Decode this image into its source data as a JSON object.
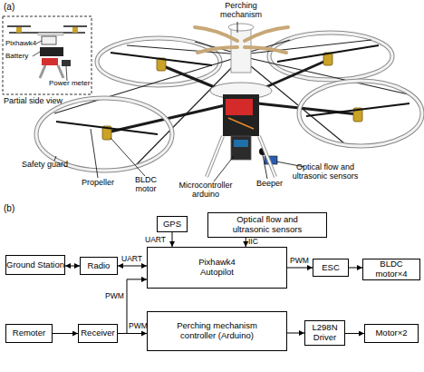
{
  "diagram": {
    "nodes": [
      {
        "text": [
          "GPS"
        ]
      },
      {
        "text": [
          "Optical flow and ultrasonic sensors"
        ]
      },
      {
        "text": [
          "Ground Station"
        ]
      },
      {
        "text": [
          "Radio"
        ]
      },
      {
        "text": [
          "Pixhawk4 Autopilot"
        ]
      },
      {
        "text": [
          "ESC"
        ]
      },
      {
        "text": [
          "BLDC motor×4"
        ]
      },
      {
        "text": [
          "Remoter"
        ]
      },
      {
        "text": [
          "Receiver"
        ]
      },
      {
        "text": [
          "Perching mechanism controller (Arduino)"
        ]
      },
      {
        "text": [
          "L298N Driver"
        ]
      },
      {
        "text": [
          "Motor×2"
        ]
      }
    ],
    "edges": [
      {
        "from": 2,
        "to": 3,
        "arrow": "both"
      },
      {
        "from": 3,
        "to": 4,
        "label": "UART",
        "arrow": "both"
      },
      {
        "from": 0,
        "to": 4,
        "label": "UART",
        "arrow": "to"
      },
      {
        "from": 1,
        "to": 4,
        "label": "IIC",
        "arrow": "to"
      },
      {
        "from": 4,
        "to": 5,
        "label": "PWM",
        "arrow": "to"
      },
      {
        "from": 5,
        "to": 6,
        "arrow": "to"
      },
      {
        "from": 7,
        "to": 8,
        "arrow": "to"
      },
      {
        "from": 8,
        "to": 4,
        "label": "PWM",
        "arrow": "to"
      },
      {
        "from": 8,
        "to": 9,
        "label": "PWM",
        "arrow": "to"
      },
      {
        "from": 9,
        "to": 10,
        "arrow": "to"
      },
      {
        "from": 10,
        "to": 11,
        "arrow": "to"
      }
    ],
    "labels": [
      "(a)",
      "Perching mechanism",
      "Partial side view",
      "Pixhawk4",
      "Battery",
      "Power meter",
      "Safety guard",
      "Propeller",
      "BLDC motor",
      "Microcontroller arduino",
      "Beeper",
      "Optical flow and ultrasonic sensors",
      "(b)"
    ]
  }
}
